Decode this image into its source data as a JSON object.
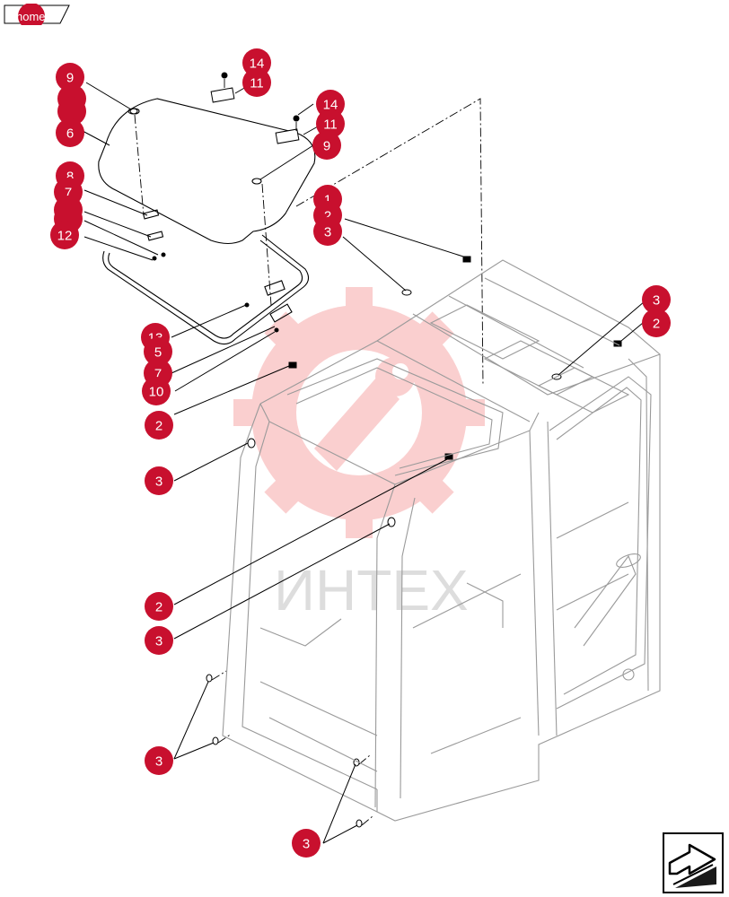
{
  "nav": {
    "home_label": "home",
    "next_icon": "arrow-next-icon"
  },
  "watermark": {
    "text": "ИНТЕХ",
    "logo_icon": "gear-wrench-logo-icon"
  },
  "colors": {
    "callout": "#c8102e",
    "line": "#000000",
    "watermark_logo": "#f4a0a0",
    "watermark_text": "#d8d8d8"
  },
  "callouts": [
    {
      "id": "c9a",
      "label": "9"
    },
    {
      "id": "c14a",
      "label": "14"
    },
    {
      "id": "c11a",
      "label": "11"
    },
    {
      "id": "c9hidden1",
      "label": ""
    },
    {
      "id": "c9hidden2",
      "label": ""
    },
    {
      "id": "c6",
      "label": "6"
    },
    {
      "id": "c14b",
      "label": "14"
    },
    {
      "id": "c11b",
      "label": "11"
    },
    {
      "id": "c9b",
      "label": "9"
    },
    {
      "id": "c8",
      "label": "8"
    },
    {
      "id": "c7a",
      "label": "7"
    },
    {
      "id": "c7hidden",
      "label": ""
    },
    {
      "id": "c8hidden",
      "label": ""
    },
    {
      "id": "c12",
      "label": "12"
    },
    {
      "id": "c1",
      "label": "1"
    },
    {
      "id": "c2top",
      "label": "2"
    },
    {
      "id": "c3top",
      "label": "3"
    },
    {
      "id": "c3right",
      "label": "3"
    },
    {
      "id": "c2right",
      "label": "2"
    },
    {
      "id": "c13",
      "label": "13"
    },
    {
      "id": "c5",
      "label": "5"
    },
    {
      "id": "c7b",
      "label": "7"
    },
    {
      "id": "c10",
      "label": "10"
    },
    {
      "id": "c2left",
      "label": "2"
    },
    {
      "id": "c3left",
      "label": "3"
    },
    {
      "id": "c2mid",
      "label": "2"
    },
    {
      "id": "c3mid",
      "label": "3"
    },
    {
      "id": "c3low",
      "label": "3"
    },
    {
      "id": "c3bottom",
      "label": "3"
    }
  ]
}
